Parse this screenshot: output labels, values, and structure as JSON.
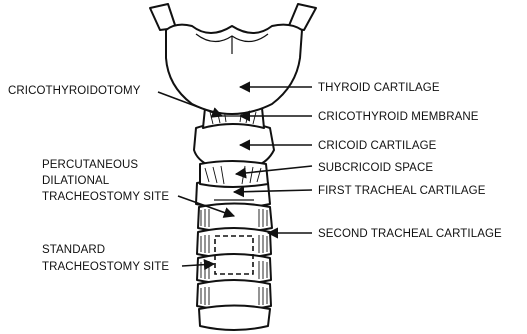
{
  "labels": {
    "cricothyroidotomy": "CRICOTHYROIDOTOMY",
    "thyroid_cartilage": "THYROID CARTILAGE",
    "cricothyroid_membrane": "CRICOTHYROID MEMBRANE",
    "cricoid_cartilage": "CRICOID CARTILAGE",
    "subcricoid_space": "SUBCRICOID SPACE",
    "first_tracheal_cartilage": "FIRST TRACHEAL CARTILAGE",
    "second_tracheal_cartilage": "SECOND TRACHEAL CARTILAGE",
    "percutaneous_lines": [
      "PERCUTANEOUS",
      "DILATIONAL",
      "TRACHEOSTOMY SITE"
    ],
    "standard_lines": [
      "STANDARD",
      "TRACHEOSTOMY SITE"
    ]
  }
}
